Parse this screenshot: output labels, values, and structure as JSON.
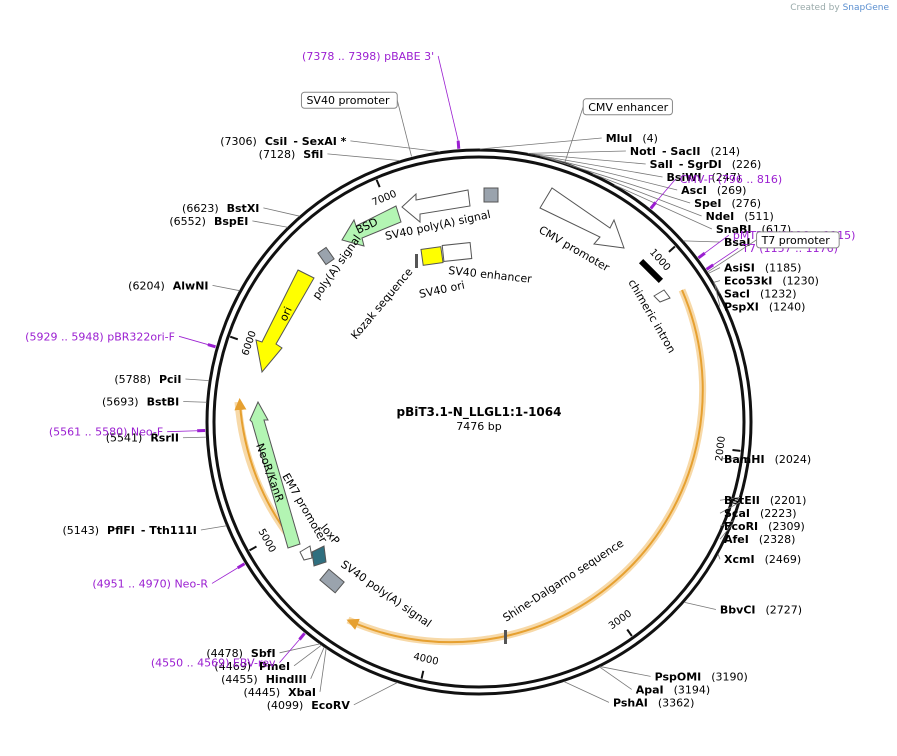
{
  "credit": {
    "prefix": "Created by",
    "brand": "SnapGene"
  },
  "plasmid": {
    "name": "pBiT3.1-N_LLGL1:1-1064",
    "length_label": "7476 bp",
    "length": 7476
  },
  "ticks": [
    {
      "pos": 1000,
      "label": "1000"
    },
    {
      "pos": 2000,
      "label": "2000"
    },
    {
      "pos": 3000,
      "label": "3000"
    },
    {
      "pos": 4000,
      "label": "4000"
    },
    {
      "pos": 5000,
      "label": "5000"
    },
    {
      "pos": 6000,
      "label": "6000"
    },
    {
      "pos": 7000,
      "label": "7000"
    }
  ],
  "sites": [
    {
      "pos": 4,
      "name": "MluI",
      "num": "(4)",
      "side": "R"
    },
    {
      "pos": 214,
      "name": "NotI",
      "suffix": "- SacII",
      "num": "(214)",
      "side": "R"
    },
    {
      "pos": 226,
      "name": "SalI",
      "suffix": "- SgrDI",
      "num": "(226)",
      "side": "R"
    },
    {
      "pos": 247,
      "name": "BsiWI",
      "num": "(247)",
      "side": "R"
    },
    {
      "pos": 269,
      "name": "AscI",
      "num": "(269)",
      "side": "R"
    },
    {
      "pos": 276,
      "name": "SpeI",
      "num": "(276)",
      "side": "R"
    },
    {
      "pos": 511,
      "name": "NdeI",
      "num": "(511)",
      "side": "R"
    },
    {
      "pos": 617,
      "name": "SnaBI",
      "num": "(617)",
      "side": "R"
    },
    {
      "pos": 1006,
      "name": "BsaI",
      "num": "(1006)",
      "side": "R"
    },
    {
      "pos": 1185,
      "name": "AsiSI",
      "num": "(1185)",
      "side": "R"
    },
    {
      "pos": 1230,
      "name": "Eco53kI",
      "num": "(1230)",
      "side": "R"
    },
    {
      "pos": 1232,
      "name": "SacI",
      "num": "(1232)",
      "side": "R"
    },
    {
      "pos": 1240,
      "name": "PspXI",
      "num": "(1240)",
      "side": "R"
    },
    {
      "pos": 2024,
      "name": "BamHI",
      "num": "(2024)",
      "side": "R"
    },
    {
      "pos": 2201,
      "name": "BstEII",
      "num": "(2201)",
      "side": "R"
    },
    {
      "pos": 2223,
      "name": "ScaI",
      "num": "(2223)",
      "side": "R"
    },
    {
      "pos": 2309,
      "name": "EcoRI",
      "num": "(2309)",
      "side": "R"
    },
    {
      "pos": 2328,
      "name": "AfeI",
      "num": "(2328)",
      "side": "R"
    },
    {
      "pos": 2469,
      "name": "XcmI",
      "num": "(2469)",
      "side": "R"
    },
    {
      "pos": 2727,
      "name": "BbvCI",
      "num": "(2727)",
      "side": "R"
    },
    {
      "pos": 3190,
      "name": "PspOMI",
      "num": "(3190)",
      "side": "R"
    },
    {
      "pos": 3194,
      "name": "ApaI",
      "num": "(3194)",
      "side": "R"
    },
    {
      "pos": 3362,
      "name": "PshAI",
      "num": "(3362)",
      "side": "R"
    },
    {
      "pos": 4099,
      "name": "EcoRV",
      "num": "(4099)",
      "side": "L"
    },
    {
      "pos": 4445,
      "name": "XbaI",
      "num": "(4445)",
      "side": "L"
    },
    {
      "pos": 4455,
      "name": "HindIII",
      "num": "(4455)",
      "side": "L"
    },
    {
      "pos": 4469,
      "name": "PmeI",
      "num": "(4469)",
      "side": "L"
    },
    {
      "pos": 4478,
      "name": "SbfI",
      "num": "(4478)",
      "side": "L"
    },
    {
      "pos": 5143,
      "name": "PflFI",
      "suffix": "- Tth111I",
      "num": "(5143)",
      "side": "L"
    },
    {
      "pos": 5541,
      "name": "RsrII",
      "num": "(5541)",
      "side": "L"
    },
    {
      "pos": 5693,
      "name": "BstBI",
      "num": "(5693)",
      "side": "L"
    },
    {
      "pos": 5788,
      "name": "PciI",
      "num": "(5788)",
      "side": "L"
    },
    {
      "pos": 6204,
      "name": "AlwNI",
      "num": "(6204)",
      "side": "L"
    },
    {
      "pos": 6552,
      "name": "BspEI",
      "num": "(6552)",
      "side": "L"
    },
    {
      "pos": 6623,
      "name": "BstXI",
      "num": "(6623)",
      "side": "L"
    },
    {
      "pos": 7128,
      "name": "SfiI",
      "num": "(7128)",
      "side": "L"
    },
    {
      "pos": 7306,
      "name": "CsiI",
      "suffix": "- SexAI *",
      "num": "(7306)",
      "side": "L"
    }
  ],
  "primers": [
    {
      "pos": 7388,
      "text": "(7378 .. 7398)  pBABE 3'"
    },
    {
      "pos": 806,
      "text": "CMV-F    (796 .. 816)"
    },
    {
      "pos": 1105,
      "text": "pMT2-F    (1096 .. 1115)"
    },
    {
      "pos": 1166,
      "text": "T7    (1157 .. 1176)"
    },
    {
      "pos": 5938,
      "text": "(5929 .. 5948)  pBR322ori-F"
    },
    {
      "pos": 5570,
      "text": "(5561 .. 5580)  Neo-F"
    },
    {
      "pos": 4960,
      "text": "(4951 .. 4970)  Neo-R"
    },
    {
      "pos": 4559,
      "text": "(4550 .. 4569)  EBV-rev"
    }
  ],
  "boxed_features": [
    {
      "pos": 7180,
      "text": "SV40 promoter"
    },
    {
      "pos": 380,
      "text": "CMV enhancer"
    },
    {
      "pos": 1178,
      "text": "T7 promoter"
    }
  ],
  "features": [
    {
      "name": "CMV promoter",
      "color": "#ffffff"
    },
    {
      "name": "chimeric intron",
      "color": "#000000"
    },
    {
      "name": "SV40 poly(A) signal",
      "color": "#ffffff"
    },
    {
      "name": "BSD",
      "color": "#b3f5b3"
    },
    {
      "name": "poly(A) signal",
      "color": "#9aa3ad"
    },
    {
      "name": "ori",
      "color": "#ffff00"
    },
    {
      "name": "Kozak sequence",
      "color": "#ffffff"
    },
    {
      "name": "SV40 ori",
      "color": "#ffff00"
    },
    {
      "name": "SV40 enhancer",
      "color": "#ffffff"
    },
    {
      "name": "NeoR/KanR",
      "color": "#b3f5b3"
    },
    {
      "name": "EM7 promoter",
      "color": "#ffffff"
    },
    {
      "name": "loxP",
      "color": "#2f6f7f"
    },
    {
      "name": "SV40 poly(A) signal",
      "color": "#9aa3ad"
    },
    {
      "name": "Shine-Dalgarno sequence",
      "color": "#000000"
    }
  ],
  "colors": {
    "primer": "#9b1fd1",
    "orf": "#e6a030",
    "orf_light": "#f7d9a8",
    "backbone": "#111111"
  }
}
